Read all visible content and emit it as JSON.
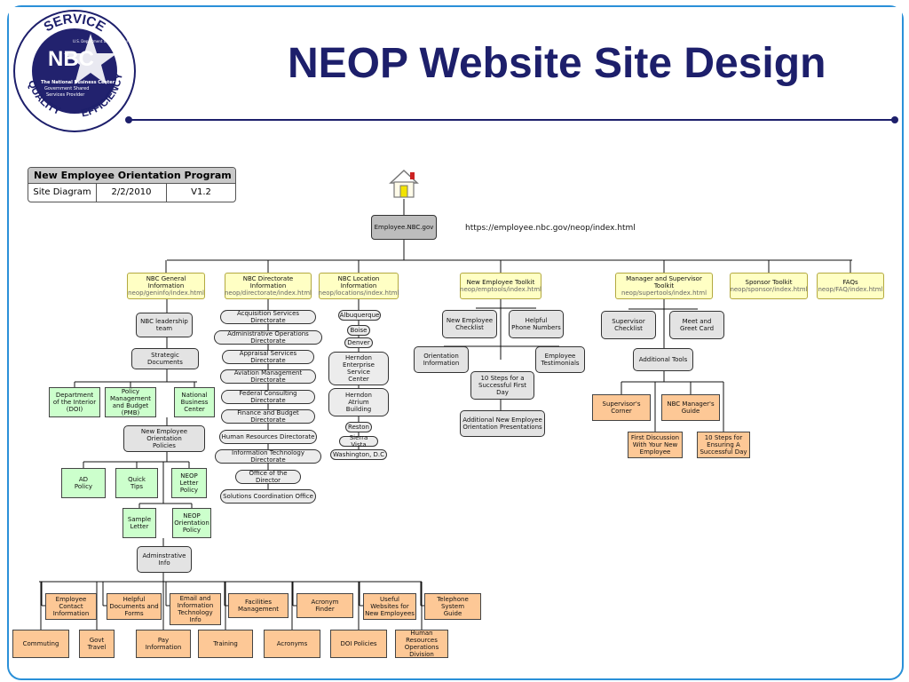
{
  "slide": {
    "title": "NEOP Website Site Design",
    "seal": {
      "top_text": "SERVICE",
      "logo": "NBC",
      "dept": "U.S. Department of the Interior",
      "org_lines": [
        "The National Business Center",
        "Government Shared",
        "Services Provider"
      ],
      "left_text": "QUALITY",
      "right_text": "EFFICIENCY"
    },
    "colors": {
      "title": "#1d1f6b",
      "accent_blue": "#2a90d8",
      "rule": "#1d1f6b"
    }
  },
  "info_table": {
    "title": "New Employee Orientation Program",
    "cells": [
      "Site Diagram",
      "2/2/2010",
      "V1.2"
    ]
  },
  "diagram": {
    "home_icon": "house-icon",
    "url": "https://employee.nbc.gov/neop/index.html",
    "root": {
      "id": "root",
      "text": "Employee.NBC.gov"
    },
    "sections": [
      {
        "id": "s1",
        "title": "NBC General Information",
        "url": "neop/geninfo/index.html"
      },
      {
        "id": "s2",
        "title": "NBC Directorate Information",
        "url": "neop/directorate/index.html"
      },
      {
        "id": "s3",
        "title": "NBC Location Information",
        "url": "neop/locations/index.html"
      },
      {
        "id": "s4",
        "title": "New Employee Toolkit",
        "url": "neop/emptools/index.html"
      },
      {
        "id": "s5",
        "title": "Manager and Supervisor Toolkit",
        "url": "neop/supertools/index.html"
      },
      {
        "id": "s6",
        "title": "Sponsor Toolkit",
        "url": "neop/sponsor/index.html"
      },
      {
        "id": "s7",
        "title": "FAQs",
        "url": "neop/FAQ/index.html"
      }
    ],
    "general_info": {
      "leadership": "NBC leadership\nteam",
      "strategic": "Strategic Documents",
      "strategic_docs": [
        "Department\nof the Interior\n(DOI)",
        "Policy\nManagement\nand Budget\n(PMB)",
        "National\nBusiness\nCenter"
      ],
      "policies": "New Employee Orientation\nPolicies",
      "policy_docs": [
        "AD\nPolicy",
        "Quick\nTips",
        "NEOP\nLetter\nPolicy",
        "Sample\nLetter",
        "NEOP\nOrientation\nPolicy"
      ],
      "admin": "Adminstrative\nInfo",
      "admin_row1": [
        "Employee\nContact\nInformation",
        "Helpful\nDocuments and\nForms",
        "Email and\nInformation\nTechnology\nInfo",
        "Facilities\nManagement",
        "Acronym\nFinder",
        "Useful\nWebsites for\nNew Employees",
        "Telephone\nSystem\nGuide"
      ],
      "admin_row2": [
        "Commuting",
        "Govt\nTravel",
        "Pay\nInformation",
        "Training",
        "Acronyms",
        "DOI Policies",
        "Human Resources\nOperations Division"
      ]
    },
    "directorates": [
      "Acquisition Services Directorate",
      "Administrative Operations Directorate",
      "Appraisal Services Directorate",
      "Aviation Management Directorate",
      "Federal Consulting Directorate",
      "Finance and Budget Directorate",
      "Human Resources Directorate",
      "Information Technology Directorate",
      "Office of the Director",
      "Solutions Coordination Office"
    ],
    "locations": [
      "Albuquerque",
      "Boise",
      "Denver",
      "Herndon\nEnterprise\nService\nCenter",
      "Herndon\nAtrium\nBuilding",
      "Reston",
      "Sierra Vista",
      "Washington, D.C"
    ],
    "employee_toolkit": {
      "checklist": "New Employee\nChecklist",
      "phones": "Helpful\nPhone Numbers",
      "orientation": "Orientation\nInformation",
      "testimonials": "Employee\nTestimonials",
      "ten_steps": "10 Steps for a\nSuccessful First Day",
      "presentations": "Additional New Employee\nOrientation Presentations"
    },
    "manager_toolkit": {
      "checklist": "Supervisor\nChecklist",
      "greet": "Meet and\nGreet Card",
      "tools": "Additional Tools",
      "corner": "Supervisor's\nCorner",
      "guide": "NBC Manager's\nGuide",
      "discussion": "First Discussion\nWith Your New\nEmployee",
      "ten_steps": "10 Steps for\nEnsuring A\nSuccessful Day"
    }
  }
}
